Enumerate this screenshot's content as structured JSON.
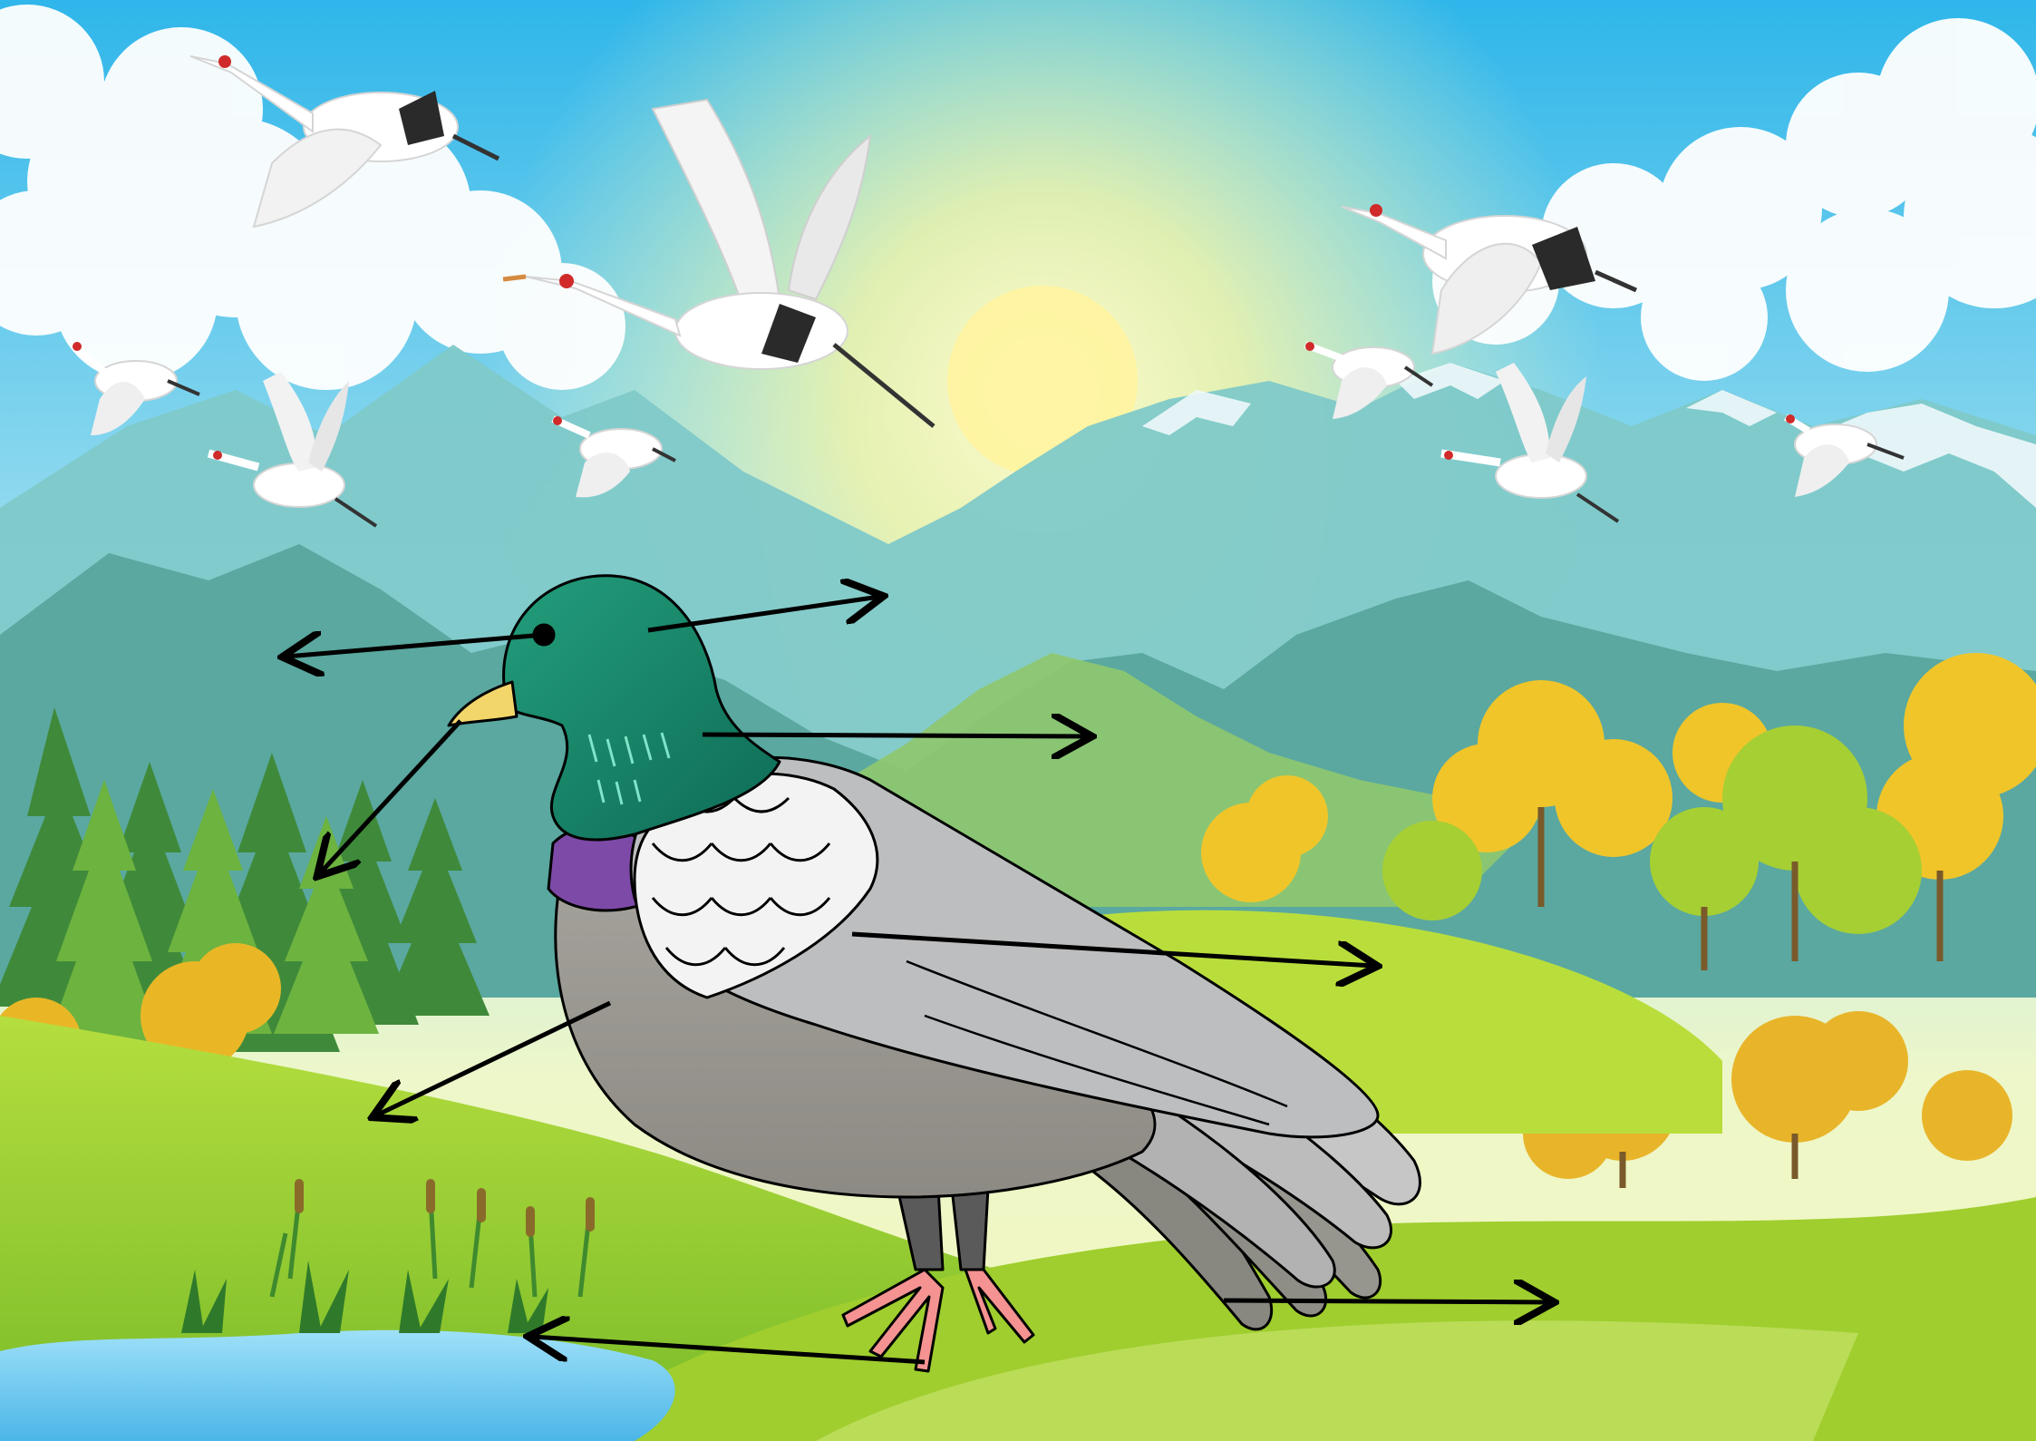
{
  "diagram": {
    "subject": "pigeon",
    "label_arrows": [
      {
        "id": "eye",
        "direction": "left"
      },
      {
        "id": "head",
        "direction": "right"
      },
      {
        "id": "neck",
        "direction": "right"
      },
      {
        "id": "beak",
        "direction": "down-left"
      },
      {
        "id": "wing",
        "direction": "right"
      },
      {
        "id": "breast",
        "direction": "down-left"
      },
      {
        "id": "tail",
        "direction": "right"
      },
      {
        "id": "feet",
        "direction": "left"
      }
    ]
  },
  "colors": {
    "sky_top": "#2fb6ea",
    "sky_bottom": "#fbfbd6",
    "sun": "#fff6a6",
    "mountain_far": "#7fc9c9",
    "mountain_mid": "#5aa8a0",
    "grass": "#9ed23a",
    "grass_light": "#c8e46a",
    "water": "#64c6f0",
    "pigeon_head": "#1c8a6c",
    "pigeon_neck_band": "#7d4aa8",
    "pigeon_beak": "#f3d66a",
    "pigeon_wing": "#bcbdbe",
    "pigeon_body": "#9c9a93",
    "pigeon_feet": "#f59292",
    "arrow": "#000000"
  }
}
